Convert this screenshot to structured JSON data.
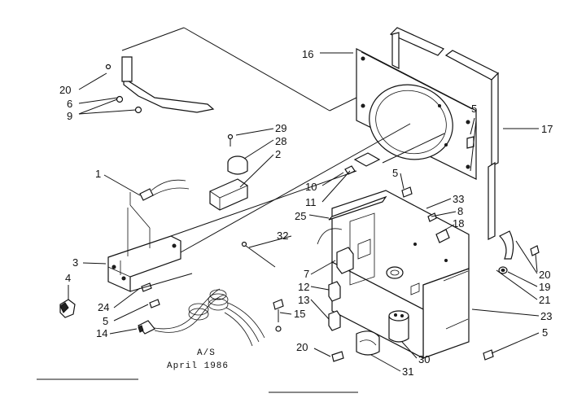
{
  "callouts": [
    {
      "id": "c16",
      "text": "16"
    },
    {
      "id": "c17",
      "text": "17"
    },
    {
      "id": "c5a",
      "text": "5"
    },
    {
      "id": "c20a",
      "text": "20"
    },
    {
      "id": "c6",
      "text": "6"
    },
    {
      "id": "c9",
      "text": "9"
    },
    {
      "id": "c29",
      "text": "29"
    },
    {
      "id": "c28",
      "text": "28"
    },
    {
      "id": "c2",
      "text": "2"
    },
    {
      "id": "c1",
      "text": "1"
    },
    {
      "id": "c10",
      "text": "10"
    },
    {
      "id": "c11",
      "text": "11"
    },
    {
      "id": "c5b",
      "text": "5"
    },
    {
      "id": "c33",
      "text": "33"
    },
    {
      "id": "c8",
      "text": "8"
    },
    {
      "id": "c18",
      "text": "18"
    },
    {
      "id": "c25",
      "text": "25"
    },
    {
      "id": "c32",
      "text": "32"
    },
    {
      "id": "c3",
      "text": "3"
    },
    {
      "id": "c4",
      "text": "4"
    },
    {
      "id": "c7",
      "text": "7"
    },
    {
      "id": "c12",
      "text": "12"
    },
    {
      "id": "c13",
      "text": "13"
    },
    {
      "id": "c15",
      "text": "15"
    },
    {
      "id": "c24",
      "text": "24"
    },
    {
      "id": "c5c",
      "text": "5"
    },
    {
      "id": "c14",
      "text": "14"
    },
    {
      "id": "c20b",
      "text": "20"
    },
    {
      "id": "c19",
      "text": "19"
    },
    {
      "id": "c21",
      "text": "21"
    },
    {
      "id": "c23",
      "text": "23"
    },
    {
      "id": "c5d",
      "text": "5"
    },
    {
      "id": "c20c",
      "text": "20"
    },
    {
      "id": "c30",
      "text": "30"
    },
    {
      "id": "c31",
      "text": "31"
    }
  ],
  "note": {
    "line1": "A/S",
    "line2": "April 1986"
  }
}
